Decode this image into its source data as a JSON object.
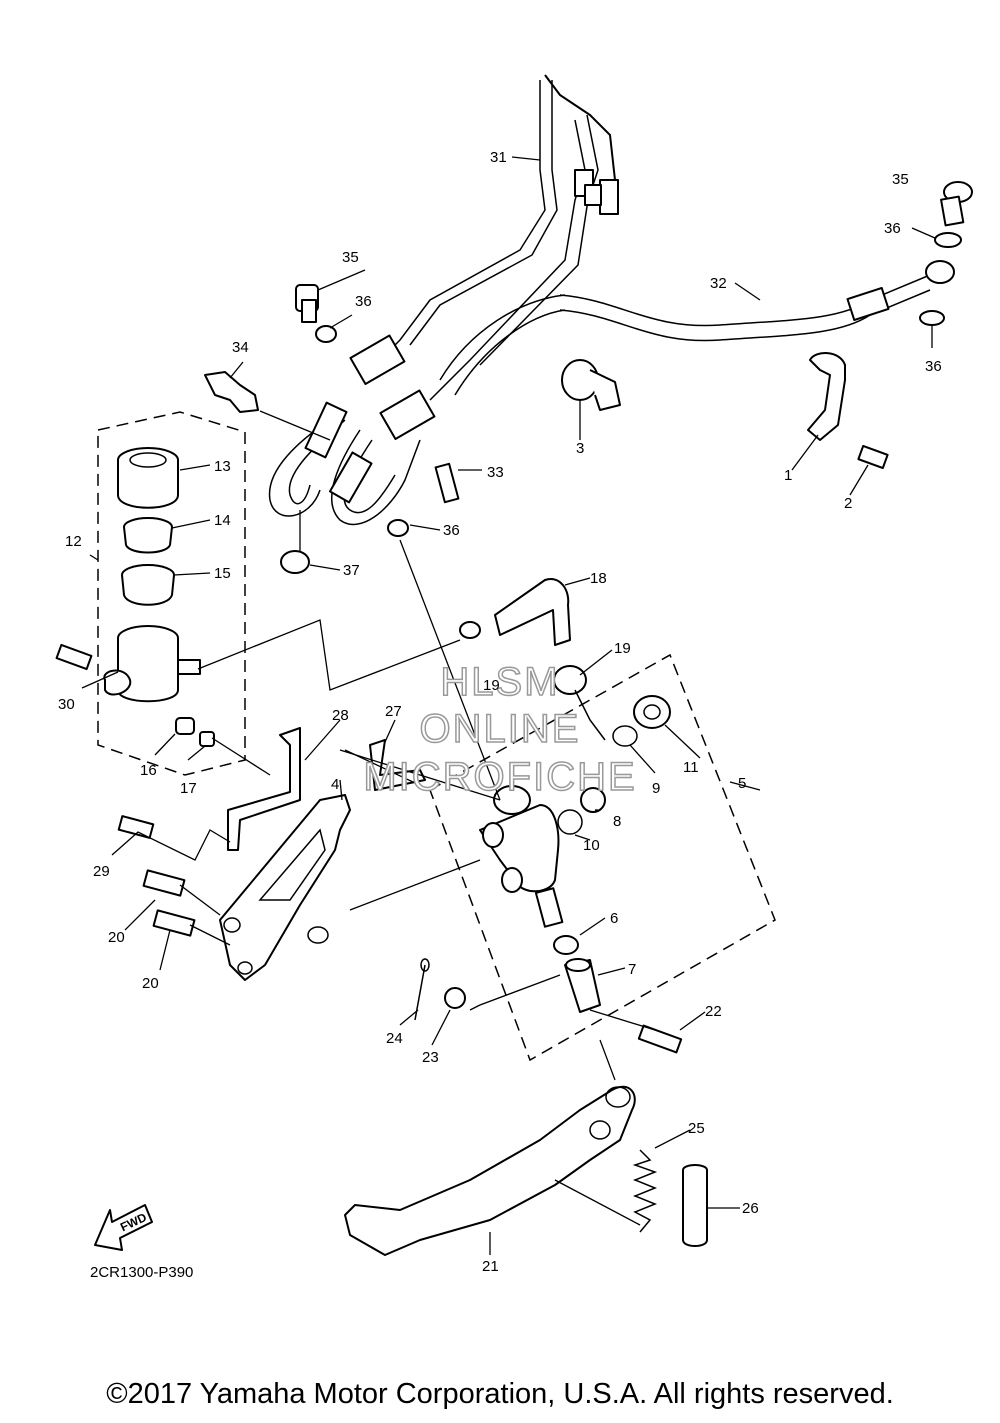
{
  "diagram": {
    "code": "2CR1300-P390",
    "fwd_label": "FWD",
    "copyright": "©2017 Yamaha Motor Corporation, U.S.A. All rights reserved.",
    "watermark": [
      "HLSM",
      "ONLINE",
      "MICROFICHE"
    ],
    "callouts": [
      "31",
      "35",
      "36",
      "32",
      "36",
      "35",
      "36",
      "34",
      "33",
      "36",
      "3",
      "1",
      "2",
      "13",
      "14",
      "12",
      "15",
      "37",
      "18",
      "19",
      "19",
      "30",
      "11",
      "9",
      "28",
      "27",
      "5",
      "16",
      "17",
      "8",
      "4",
      "10",
      "29",
      "20",
      "6",
      "20",
      "7",
      "22",
      "24",
      "23",
      "25",
      "26",
      "21"
    ]
  }
}
